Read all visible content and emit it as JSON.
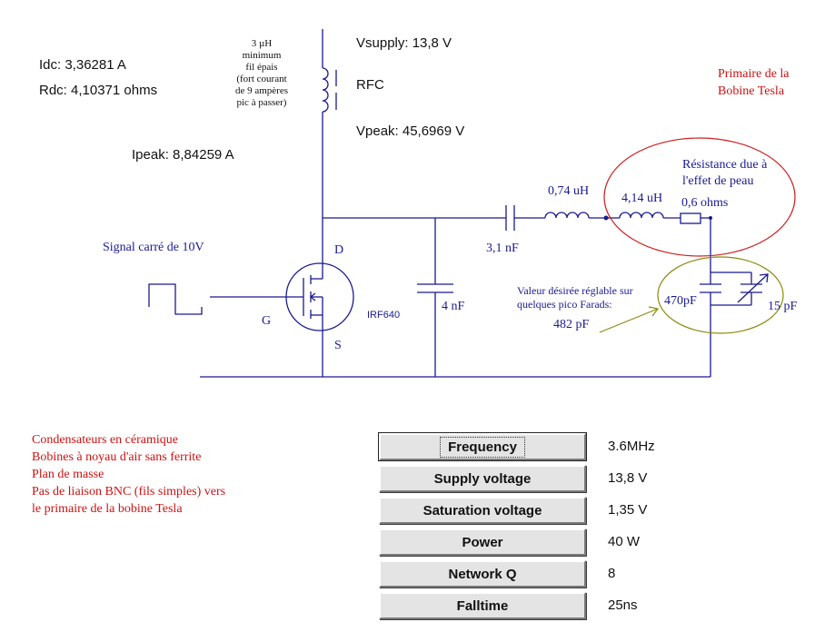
{
  "readouts": {
    "idc": "Idc: 3,36281 A",
    "rdc": "Rdc: 4,10371 ohms",
    "ipeak": "Ipeak: 8,84259 A",
    "vsupply": "Vsupply: 13,8 V",
    "vpeak": "Vpeak: 45,6969 V",
    "rfc": "RFC"
  },
  "inductor_note": [
    "3 µH",
    "minimum",
    "fil épais",
    "(fort courant",
    "de 9 ampères",
    "pic à passer)"
  ],
  "signal_label": "Signal carré de 10V",
  "mosfet": {
    "gate": "G",
    "drain": "D",
    "source": "S",
    "part": "IRF640"
  },
  "components": {
    "cap_shunt": "4 nF",
    "cap_series": "3,1 nF",
    "inductor_1": "0,74 uH",
    "inductor_2": "4,14 uH",
    "resistor": "0,6 ohms",
    "cap_fixed": "470pF",
    "cap_variable": "15 pF"
  },
  "primary_label": [
    "Primaire de la",
    "Bobine Tesla"
  ],
  "skin_effect_label": [
    "Résistance due à",
    "l'effet de peau"
  ],
  "desired_value_note": [
    "Valeur désirée réglable sur",
    "quelques pico Farads:"
  ],
  "desired_value": "482 pF",
  "notes": [
    "Condensateurs en céramique",
    "Bobines à noyau d'air sans ferrite",
    "Plan de masse",
    "Pas de liaison BNC (fils simples) vers",
    "le primaire de la bobine Tesla"
  ],
  "parameters": [
    {
      "label": "Frequency",
      "value": "3.6MHz"
    },
    {
      "label": "Supply voltage",
      "value": "13,8 V"
    },
    {
      "label": "Saturation voltage",
      "value": "1,35 V"
    },
    {
      "label": "Power",
      "value": "40 W"
    },
    {
      "label": "Network Q",
      "value": "8"
    },
    {
      "label": "Falltime",
      "value": "25ns"
    }
  ],
  "colors": {
    "wire": "#1a1a90",
    "note_red": "#cc1111",
    "ellipse_red": "#cc2222",
    "ellipse_olive": "#8a8a10",
    "arrow_olive": "#8a8a10"
  }
}
